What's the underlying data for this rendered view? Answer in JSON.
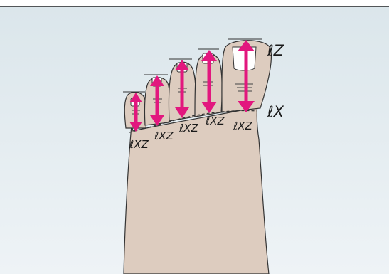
{
  "labels": {
    "toe_tip_line": "ℓZ",
    "toe_base_line": "ℓX",
    "toe_segments": [
      "ℓXZ",
      "ℓXZ",
      "ℓXZ",
      "ℓXZ",
      "ℓXZ"
    ]
  },
  "colors": {
    "background_top": "#dde7ec",
    "background_bottom": "#eef3f6",
    "skin": "#ddccbf",
    "outline": "#333333",
    "arrow": "#e2177e",
    "rule": "#000000"
  }
}
